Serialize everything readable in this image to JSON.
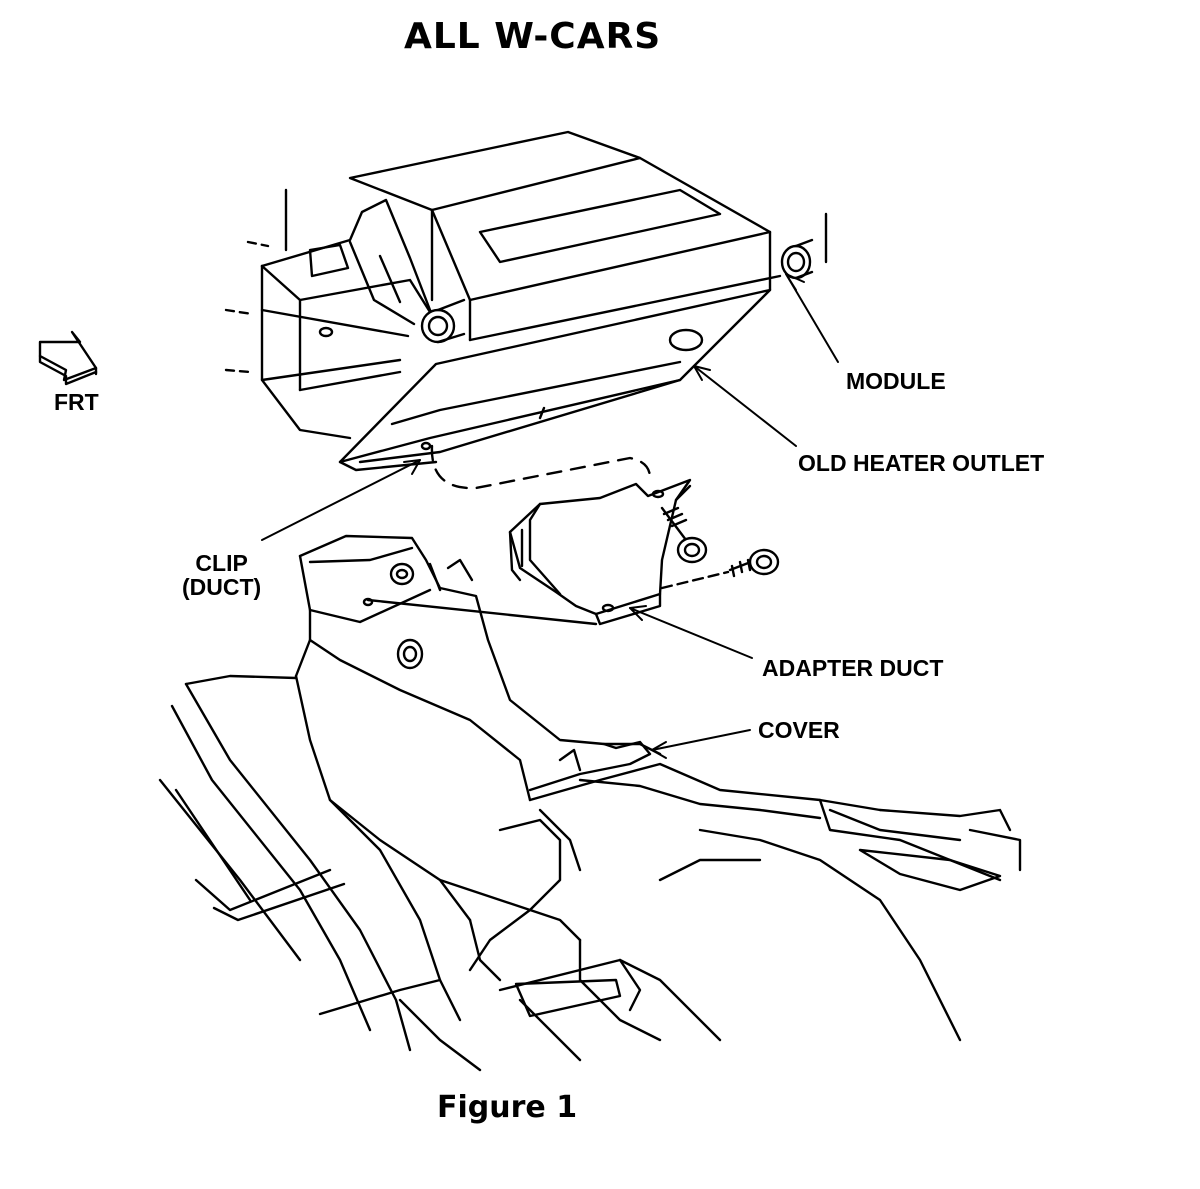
{
  "title": "ALL W-CARS",
  "figure_caption": "Figure 1",
  "direction_label": "FRT",
  "callouts": {
    "module": "MODULE",
    "old_heater_outlet": "OLD HEATER OUTLET",
    "clip_line1": "CLIP",
    "clip_line2": "(DUCT)",
    "adapter_duct": "ADAPTER DUCT",
    "cover": "COVER"
  },
  "colors": {
    "ink": "#000000",
    "paper": "#ffffff"
  }
}
